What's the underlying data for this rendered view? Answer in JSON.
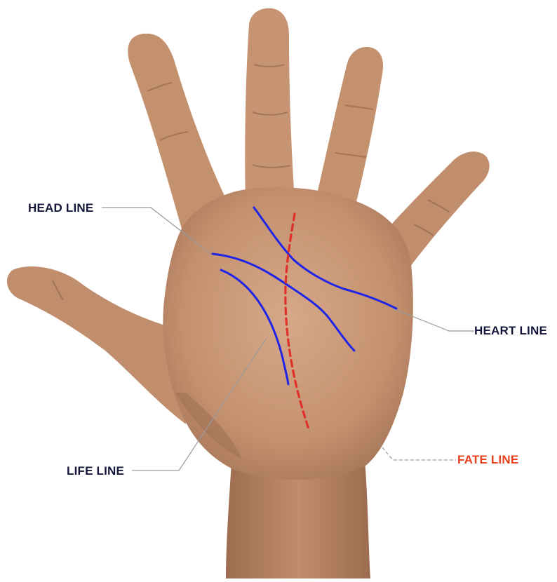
{
  "labels": {
    "head": "HEAD LINE",
    "heart": "HEART LINE",
    "life": "LIFE LINE",
    "fate": "FATE LINE"
  },
  "colors": {
    "label_text": "#14163a",
    "fate_label": "#e8401c",
    "palm_line": "#1f24e6",
    "fate_line": "#e0302a",
    "leader": "#9a9a9a",
    "skin": "#c99878",
    "skin_shadow": "#a7775a",
    "crease": "#8f6248"
  },
  "icons": {
    "hand": "open-palm-hand-illustration"
  }
}
